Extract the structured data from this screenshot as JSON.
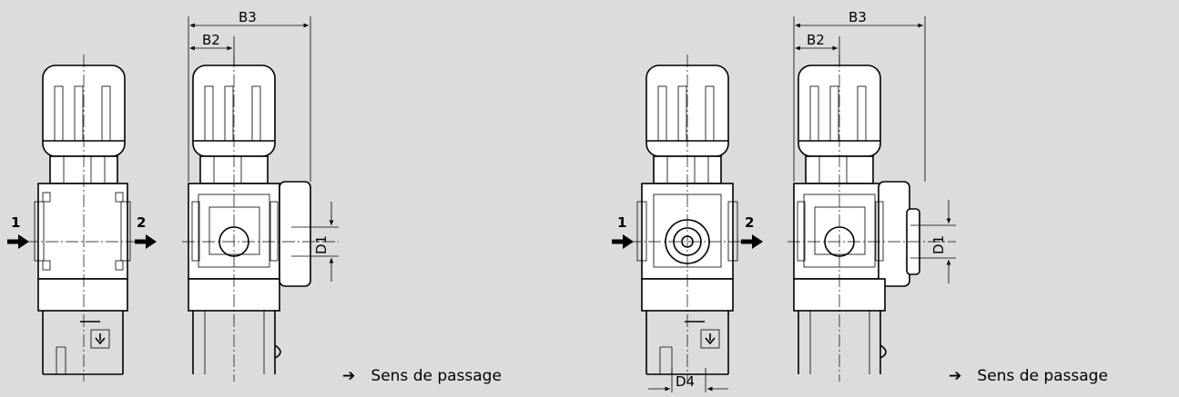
{
  "labels": {
    "port_in": "1",
    "port_out": "2",
    "b3": "B3",
    "b2": "B2",
    "d1": "D1",
    "d4": "D4"
  },
  "legend": {
    "symbol": "➔",
    "text": "Sens de passage"
  },
  "colors": {
    "background": "#dcdcdc",
    "body_fill": "#ffffff",
    "line": "#000000"
  }
}
